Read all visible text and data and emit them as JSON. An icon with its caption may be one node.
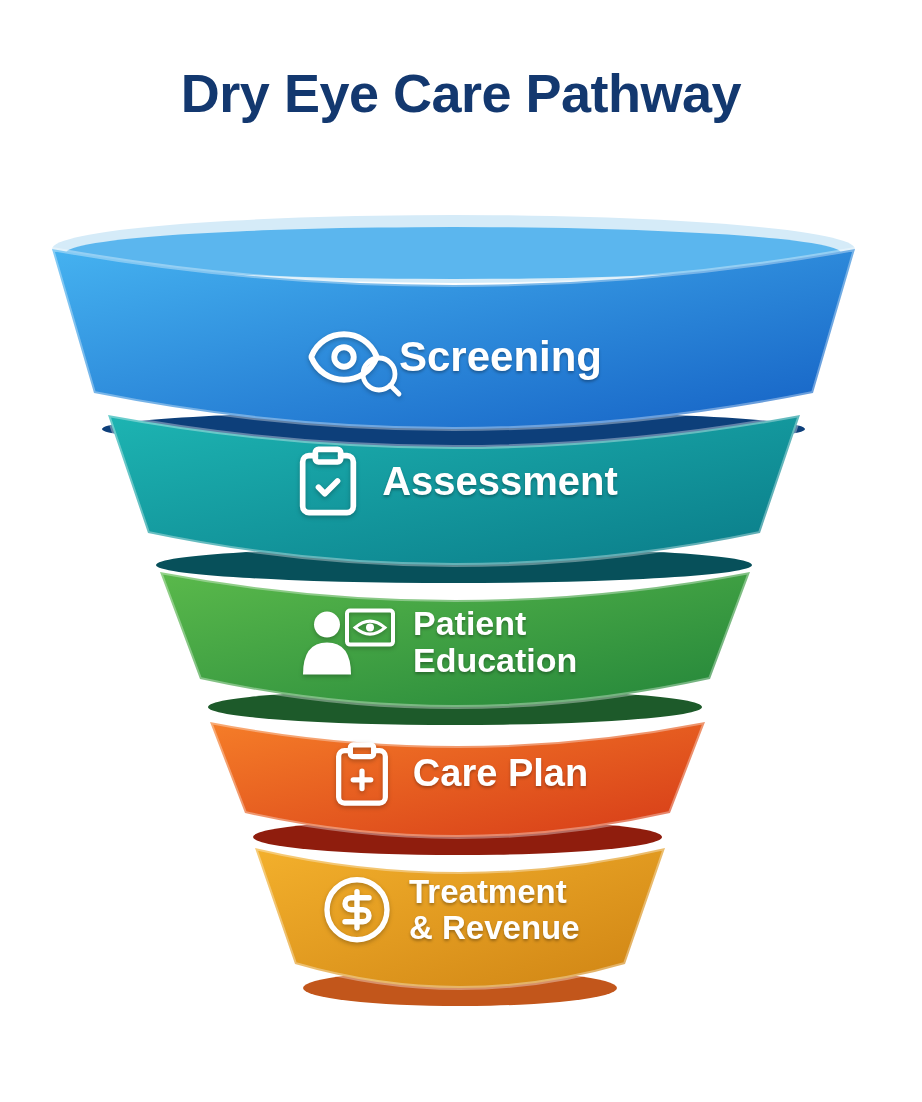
{
  "diagram": {
    "title": "Dry Eye Care Pathway",
    "nodes": [
      {
        "text": [
          "Screening"
        ]
      },
      {
        "text": [
          "Assessment"
        ]
      },
      {
        "text": [
          "Patient Education"
        ]
      },
      {
        "text": [
          "Care Plan"
        ]
      },
      {
        "text": [
          "Treatment & Revenue"
        ]
      }
    ]
  }
}
